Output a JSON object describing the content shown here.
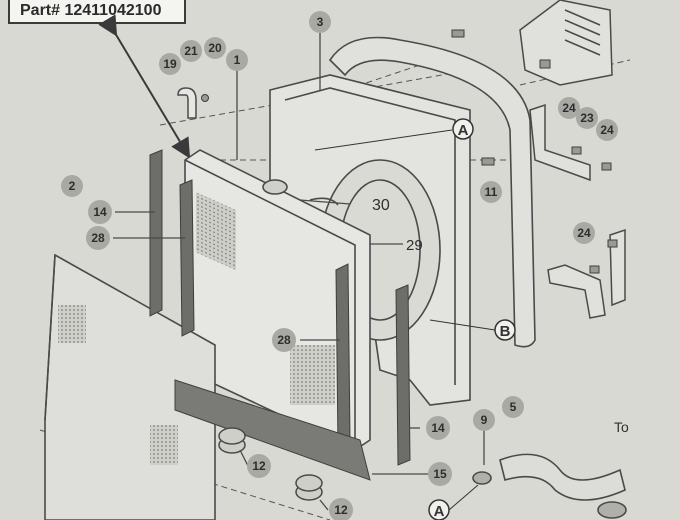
{
  "part_number_label": "Part# 12411042100",
  "labels": {
    "n1": "1",
    "n2": "2",
    "n3": "3",
    "n5": "5",
    "n9": "9",
    "n11": "11",
    "n12a": "12",
    "n12b": "12",
    "n14a": "14",
    "n14b": "14",
    "n15": "15",
    "n19": "19",
    "n20": "20",
    "n21": "21",
    "n23": "23",
    "n24a": "24",
    "n24b": "24",
    "n24c": "24",
    "n28a": "28",
    "n28b": "28",
    "n29": "29",
    "n30": "30",
    "A1": "A",
    "A2": "A",
    "B1": "B",
    "to": "To"
  },
  "colors": {
    "paper": "#d9d9d4",
    "ink": "#4a4a4a",
    "bubble": "#a9a9a4",
    "strip": "#6d6d6a"
  }
}
